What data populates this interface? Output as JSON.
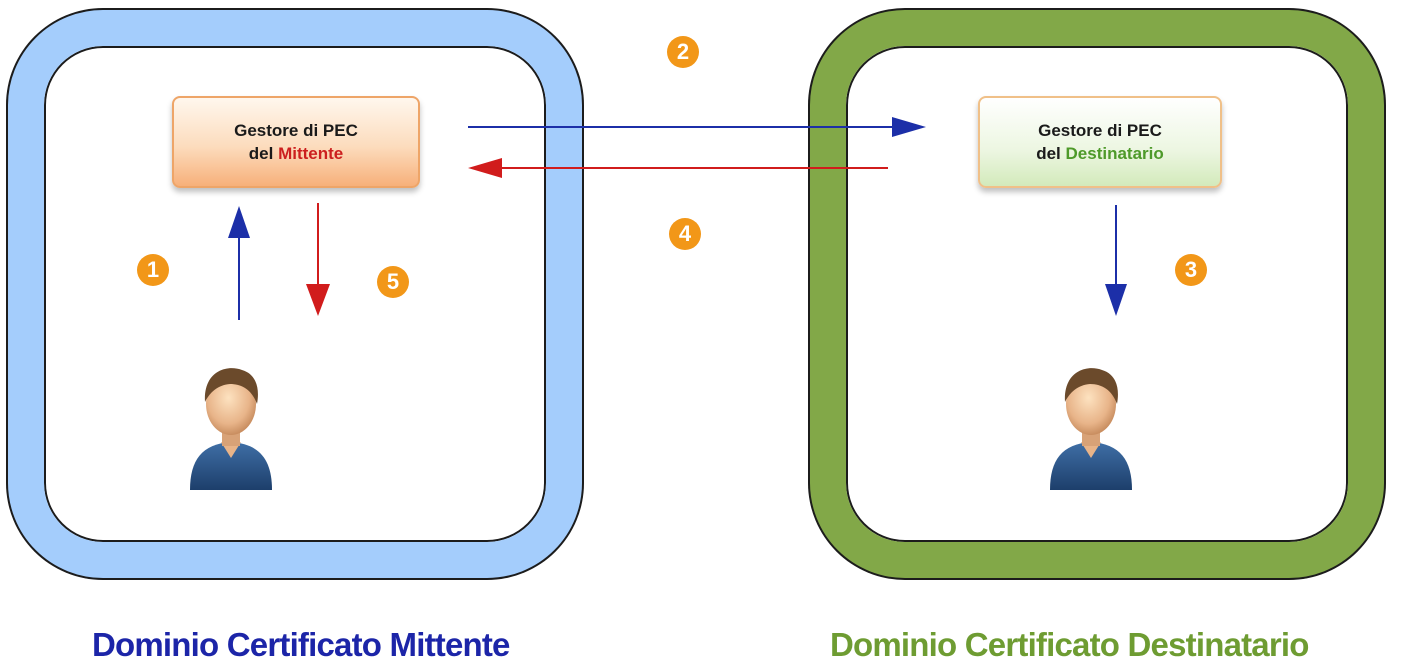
{
  "sender_domain": {
    "gestore_line1": "Gestore di PEC",
    "gestore_line2_prefix": "del ",
    "gestore_line2_highlight": "Mittente",
    "caption": "Dominio Certificato Mittente"
  },
  "receiver_domain": {
    "gestore_line1": "Gestore di PEC",
    "gestore_line2_prefix": "del ",
    "gestore_line2_highlight": "Destinatario",
    "caption": "Dominio Certificato Destinatario"
  },
  "steps": [
    "1",
    "2",
    "3",
    "4",
    "5"
  ],
  "icons": [
    "user-icon",
    "arrow-up-icon",
    "arrow-down-icon",
    "arrow-right-icon",
    "arrow-left-icon"
  ],
  "colors": {
    "sender_border": "#a4cdfc",
    "receiver_border": "#82a848",
    "step_badge": "#f29718",
    "arrow_blue": "#1c2fa8",
    "arrow_red": "#d11c1c",
    "caption_sender": "#1c25a8",
    "caption_receiver": "#6e9c32"
  }
}
